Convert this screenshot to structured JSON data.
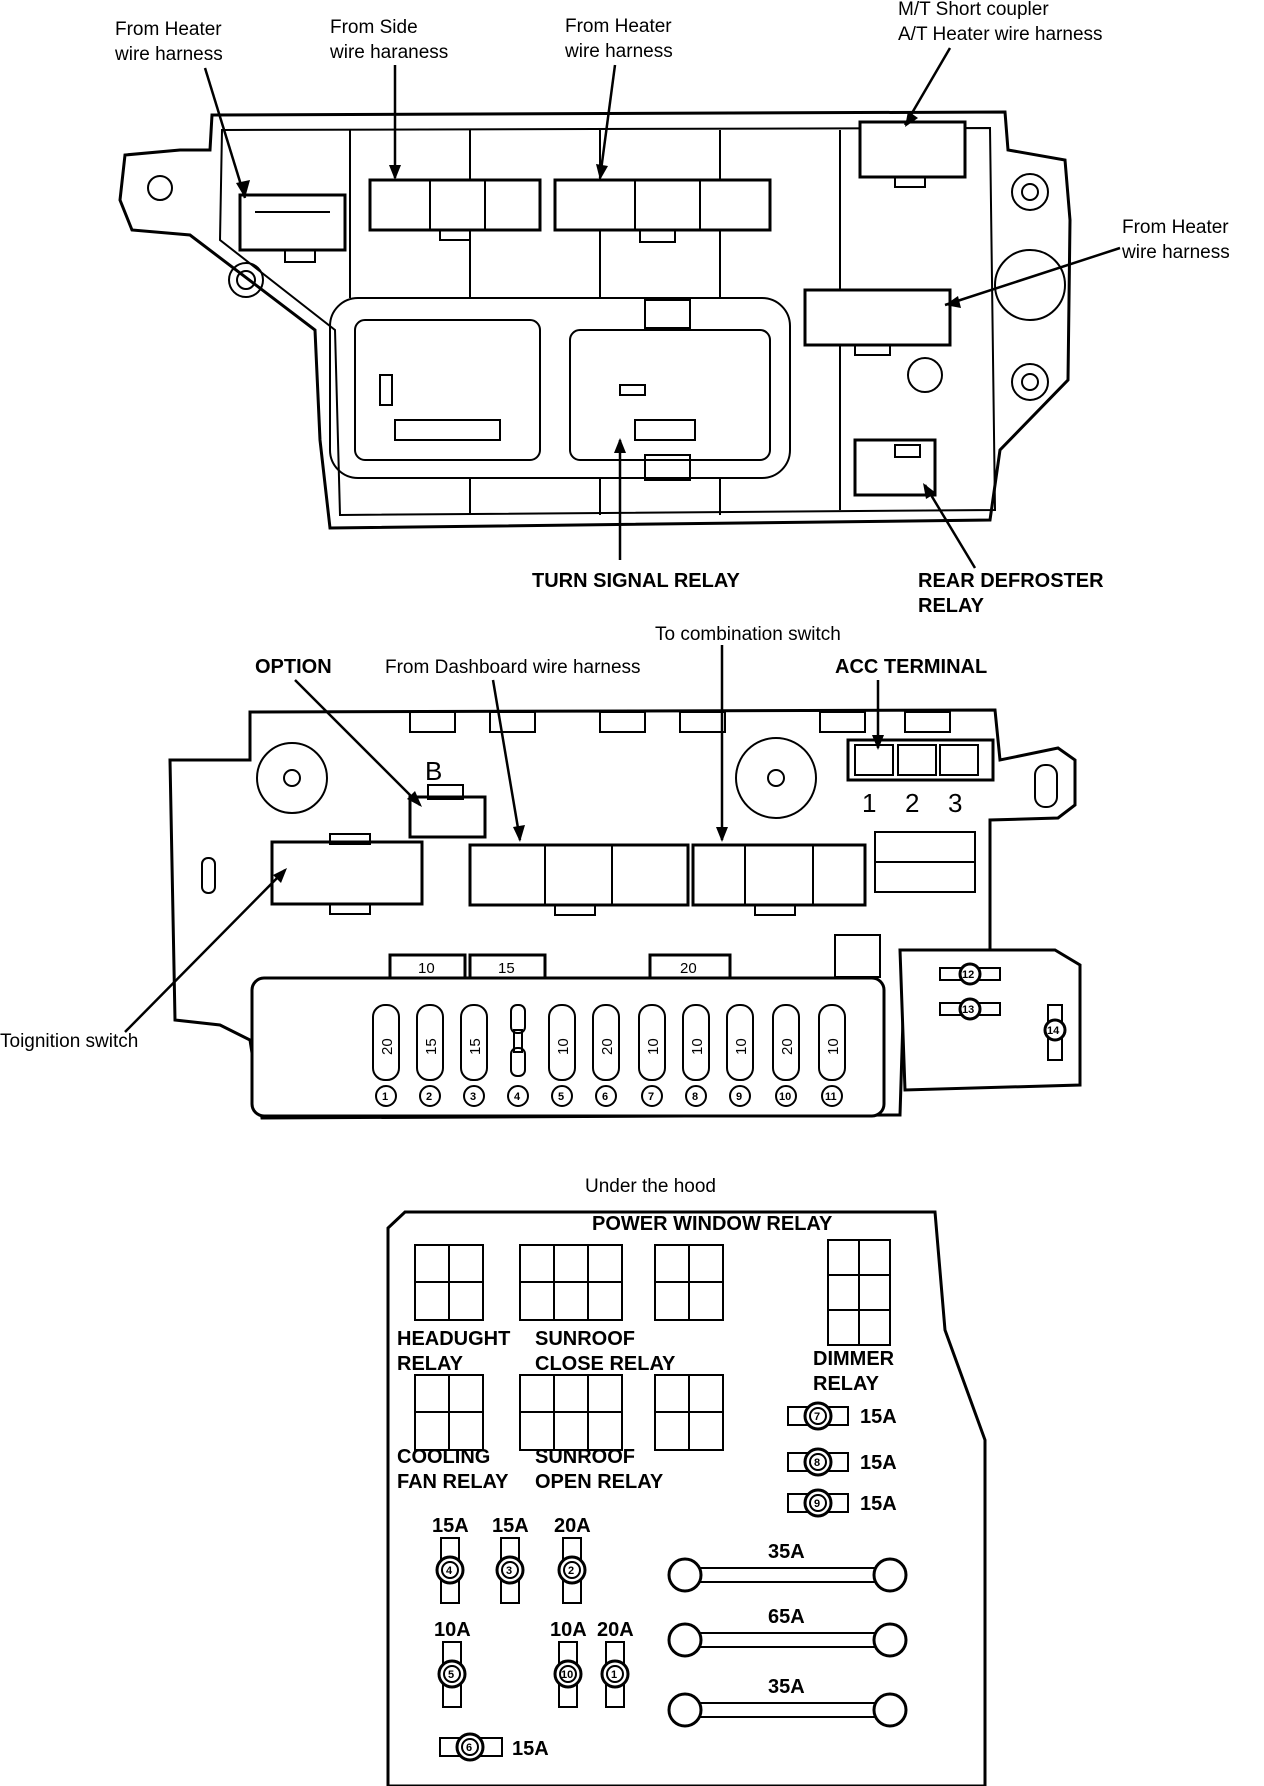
{
  "top_panel": {
    "labels": {
      "heater_harness_1": [
        "From Heater",
        "wire harness"
      ],
      "side_harness": [
        "From Side",
        "wire haraness"
      ],
      "heater_harness_2": [
        "From Heater",
        "wire harness"
      ],
      "mt_short_coupler": [
        "M/T Short coupler",
        "A/T Heater wire harness"
      ],
      "heater_harness_3": [
        "From Heater",
        "wire harness"
      ],
      "turn_signal_relay": "TURN SIGNAL RELAY",
      "rear_defroster_relay": [
        "REAR DEFROSTER",
        "RELAY"
      ]
    }
  },
  "middle_panel": {
    "labels": {
      "combination_switch": "To combination switch",
      "option": "OPTION",
      "dashboard_harness": "From Dashboard wire harness",
      "acc_terminal": "ACC TERMINAL",
      "ignition_switch": "Toignition switch",
      "b_connector": "B",
      "acc_numbers": [
        "1",
        "2",
        "3"
      ]
    },
    "top_fuse_ratings": [
      "10",
      "15",
      "20"
    ],
    "fuses": [
      {
        "num": "1",
        "rating": "20"
      },
      {
        "num": "2",
        "rating": "15"
      },
      {
        "num": "3",
        "rating": "15"
      },
      {
        "num": "4",
        "rating": ""
      },
      {
        "num": "5",
        "rating": "10"
      },
      {
        "num": "6",
        "rating": "20"
      },
      {
        "num": "7",
        "rating": "10"
      },
      {
        "num": "8",
        "rating": "10"
      },
      {
        "num": "9",
        "rating": "10"
      },
      {
        "num": "10",
        "rating": "20"
      },
      {
        "num": "11",
        "rating": "10"
      }
    ],
    "side_fuses": [
      "12",
      "13",
      "14"
    ]
  },
  "bottom_panel": {
    "title": "Under the hood",
    "relays": {
      "power_window": "POWER WINDOW RELAY",
      "headlight": [
        "HEADUGHT",
        "RELAY"
      ],
      "sunroof_close": [
        "SUNROOF",
        "CLOSE RELAY"
      ],
      "dimmer": [
        "DIMMER",
        "RELAY"
      ],
      "cooling_fan": [
        "COOLING",
        "FAN RELAY"
      ],
      "sunroof_open": [
        "SUNROOF",
        "OPEN RELAY"
      ]
    },
    "right_fuses": [
      {
        "num": "7",
        "rating": "15A"
      },
      {
        "num": "8",
        "rating": "15A"
      },
      {
        "num": "9",
        "rating": "15A"
      }
    ],
    "vertical_fuses_row1": [
      {
        "num": "4",
        "rating": "15A"
      },
      {
        "num": "3",
        "rating": "15A"
      },
      {
        "num": "2",
        "rating": "20A"
      }
    ],
    "vertical_fuses_row2": [
      {
        "num": "5",
        "rating": "10A"
      },
      {
        "num": "10",
        "rating": "10A"
      },
      {
        "num": "1",
        "rating": "20A"
      }
    ],
    "bottom_fuse": {
      "num": "6",
      "rating": "15A"
    },
    "fusible_links": [
      "35A",
      "65A",
      "35A"
    ]
  }
}
